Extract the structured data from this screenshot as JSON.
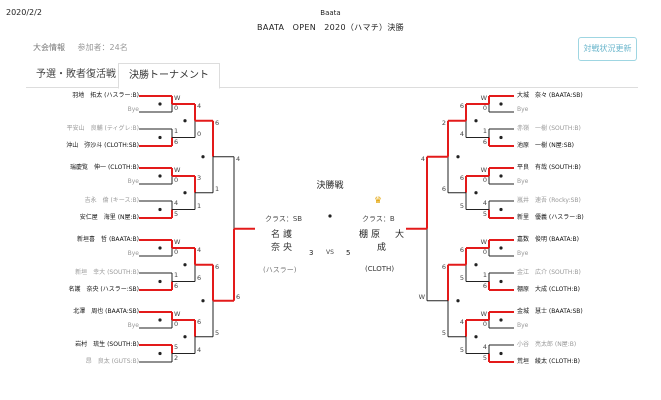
{
  "header": {
    "date": "2020/2/2",
    "site": "Baata",
    "title": "BAATA　OPEN　2020（ハマチ）決勝"
  },
  "info": {
    "label": "大会情報",
    "count": "参加者：24名"
  },
  "status_button": "対戦状況更新",
  "tabs": [
    {
      "label": "予選・敗者復活戦"
    },
    {
      "label": "決勝トーナメント"
    }
  ],
  "colors": {
    "winner_line": "#e31a1a",
    "loser_line": "#222222",
    "accent": "#6ab6cc"
  },
  "left": {
    "players": [
      {
        "name": "羽地　拓太 (ハスラー:B)",
        "dim": false
      },
      {
        "name": "Bye",
        "dim": true
      },
      {
        "name": "平安山　良輔 (ティグレ:B)",
        "dim": true
      },
      {
        "name": "沖山　弥沙斗 (CLOTH:SB)",
        "dim": false
      },
      {
        "name": "瑞慶覧　伸一 (CLOTH:B)",
        "dim": false
      },
      {
        "name": "Bye",
        "dim": true
      },
      {
        "name": "吉永　倫 (キース:B)",
        "dim": true
      },
      {
        "name": "安仁屋　海里 (N屋:B)",
        "dim": false
      },
      {
        "name": "新垣喜　哲 (BAATA:B)",
        "dim": false
      },
      {
        "name": "Bye",
        "dim": true
      },
      {
        "name": "新垣　幸大 (SOUTH:B)",
        "dim": true
      },
      {
        "name": "名護　奈央 (ハスラー:SB)",
        "dim": false
      },
      {
        "name": "北澤　周也 (BAATA:SB)",
        "dim": false
      },
      {
        "name": "Bye",
        "dim": true
      },
      {
        "name": "岩村　琉生 (SOUTH:B)",
        "dim": false
      },
      {
        "name": "昂　良太 (GUTS:B)",
        "dim": true
      }
    ],
    "r1_labels": [
      "W",
      "0",
      "1",
      "6",
      "W",
      "0",
      "4",
      "5",
      "W",
      "0",
      "1",
      "6",
      "W",
      "0",
      "5",
      "2"
    ],
    "r2_labels": [
      "4",
      "0",
      "3",
      "1",
      "4",
      "6",
      "6",
      "4"
    ],
    "r3_labels": [
      "6",
      "1",
      "6",
      "5"
    ],
    "r4_labels": [
      "4",
      "6"
    ]
  },
  "right": {
    "players": [
      {
        "name": "大城　奈々 (BAATA:SB)",
        "dim": false
      },
      {
        "name": "Bye",
        "dim": true
      },
      {
        "name": "赤嶺　一樹 (SOUTH:B)",
        "dim": true
      },
      {
        "name": "池原　一樹 (N屋:SB)",
        "dim": false
      },
      {
        "name": "平良　有哉 (SOUTH:B)",
        "dim": false
      },
      {
        "name": "Bye",
        "dim": true
      },
      {
        "name": "嵐井　速吾 (Rocky:SB)",
        "dim": true
      },
      {
        "name": "新里　優義 (ハスラー:B)",
        "dim": false
      },
      {
        "name": "嘉数　俊明 (BAATA:B)",
        "dim": false
      },
      {
        "name": "Bye",
        "dim": true
      },
      {
        "name": "金江　広介 (SOUTH:B)",
        "dim": true
      },
      {
        "name": "棚原　大成 (CLOTH:B)",
        "dim": false
      },
      {
        "name": "金城　慧士 (BAATA:SB)",
        "dim": false
      },
      {
        "name": "Bye",
        "dim": true
      },
      {
        "name": "小谷　亮太郎 (N屋:B)",
        "dim": true
      },
      {
        "name": "荒垣　綾太 (CLOTH:B)",
        "dim": false
      }
    ],
    "r1_labels": [
      "W",
      "0",
      "1",
      "6",
      "W",
      "0",
      "4",
      "5",
      "W",
      "0",
      "1",
      "6",
      "W",
      "0",
      "4",
      "5"
    ],
    "r2_labels": [
      "6",
      "4",
      "6",
      "5",
      "6",
      "5",
      "4",
      "5"
    ],
    "r3_labels": [
      "2",
      "6",
      "6",
      "5"
    ],
    "r4_labels": [
      "4",
      "W"
    ]
  },
  "final": {
    "title": "決勝戦",
    "left": {
      "class": "クラス：SB",
      "name": "名護　奈央",
      "team": "(ハスラー)",
      "score": "3"
    },
    "right": {
      "class": "クラス：B",
      "name": "棚原　大成",
      "team": "(CLOTH)",
      "score": "5"
    },
    "vs": "VS",
    "crown": "♛"
  }
}
